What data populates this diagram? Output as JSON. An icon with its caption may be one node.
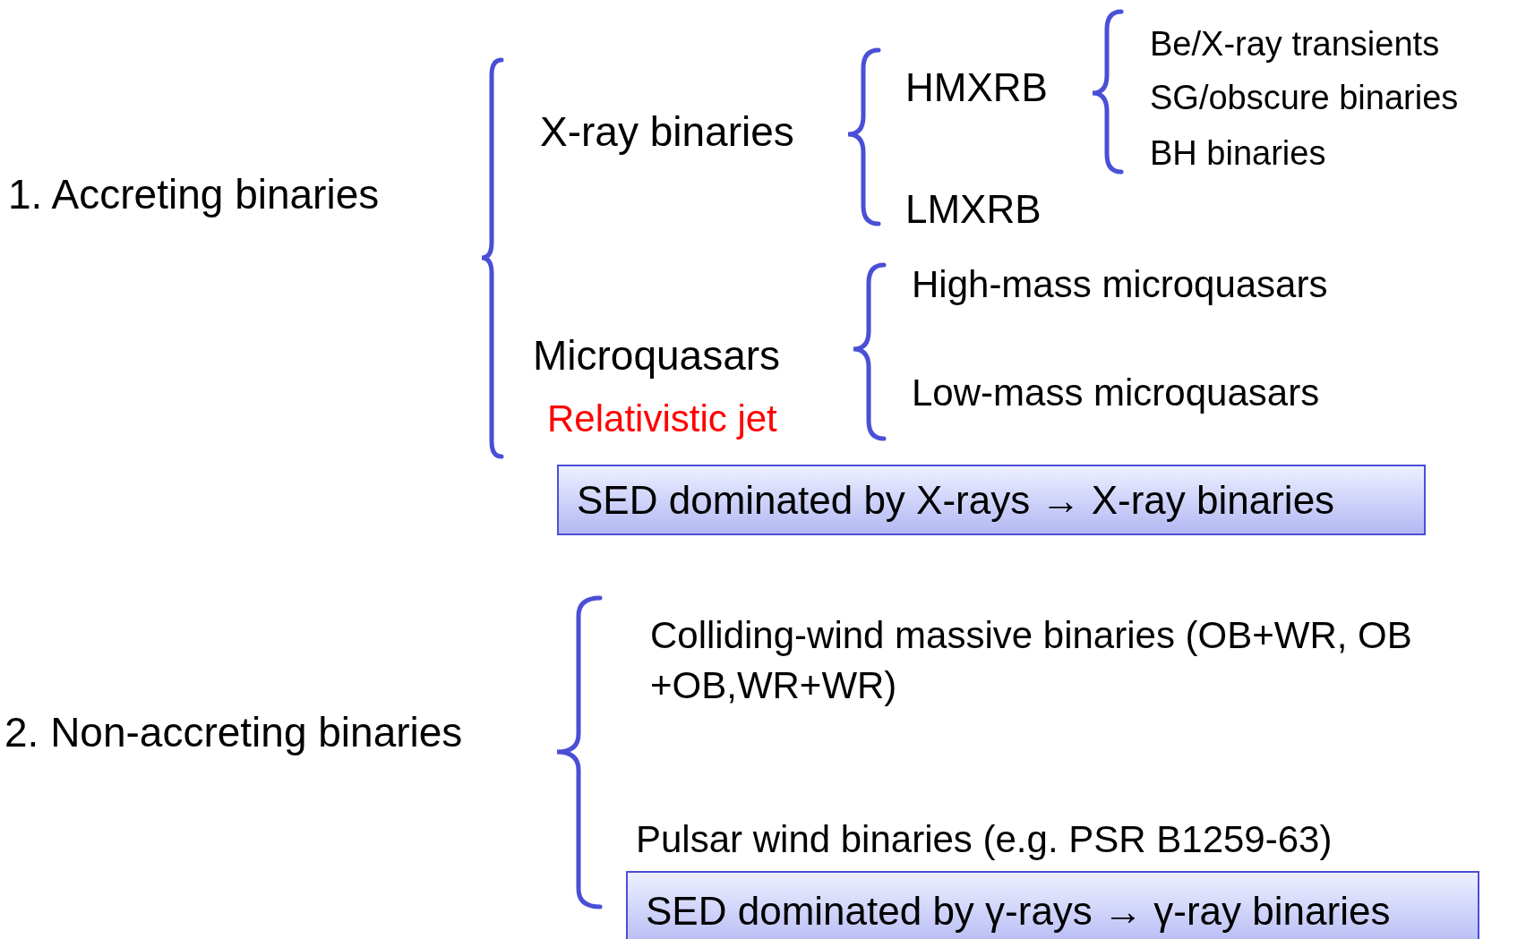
{
  "diagram": {
    "nodes": [
      {
        "text": [
          "SED dominated by X-rays → X-ray binaries"
        ]
      },
      {
        "text": [
          "SED dominated by γ-rays → γ-ray binaries"
        ]
      }
    ],
    "labels": [
      "1. Accreting binaries",
      "X-ray binaries",
      "HMXRB",
      "Be/X-ray transients",
      "SG/obscure binaries",
      "BH binaries",
      "LMXRB",
      "Microquasars",
      "Relativistic jet",
      "High-mass microquasars",
      "Low-mass microquasars",
      "2. Non-accreting binaries",
      "Colliding-wind massive binaries (OB+WR, OB +OB,WR+WR)",
      "Pulsar wind binaries (e.g. PSR B1259-63)"
    ]
  }
}
